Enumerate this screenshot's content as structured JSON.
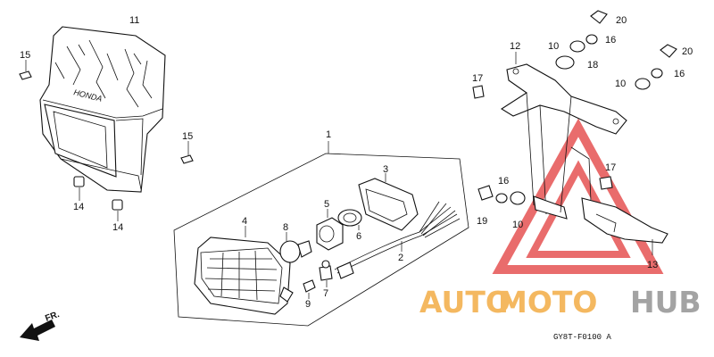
{
  "callouts": {
    "n1": "1",
    "n2": "2",
    "n3": "3",
    "n4": "4",
    "n5": "5",
    "n6": "6",
    "n7": "7",
    "n8": "8",
    "n9": "9",
    "n10a": "10",
    "n10b": "10",
    "n10c": "10",
    "n11": "11",
    "n12": "12",
    "n13": "13",
    "n14a": "14",
    "n14b": "14",
    "n15a": "15",
    "n15b": "15",
    "n16a": "16",
    "n16b": "16",
    "n16c": "16",
    "n17a": "17",
    "n17b": "17",
    "n18": "18",
    "n19": "19",
    "n20a": "20",
    "n20b": "20"
  },
  "cowl_brand": "HONDA",
  "front_arrow_label": "FR.",
  "diagram_code": "GY8T-F0100 A",
  "watermark": {
    "text_auto": "AUTO",
    "text_moto": "MOTO",
    "text_hub": "HUB",
    "color_auto": "#f4b860",
    "color_moto": "#f4b860",
    "color_hub": "#a3a3a3",
    "triangle_color": "#e23b3b"
  }
}
